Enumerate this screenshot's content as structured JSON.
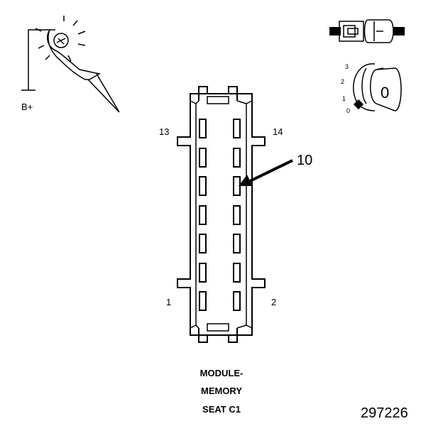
{
  "probe": {
    "label": "B+"
  },
  "connector": {
    "pin_labels": {
      "top_left": "13",
      "top_right": "14",
      "bottom_left": "1",
      "bottom_right": "2"
    },
    "callout": "10",
    "title_lines": [
      "MODULE-",
      "MEMORY",
      "SEAT C1"
    ]
  },
  "ignition": {
    "positions": [
      "3",
      "2",
      "1",
      "0"
    ],
    "key_label": "0"
  },
  "figure_number": "297226"
}
